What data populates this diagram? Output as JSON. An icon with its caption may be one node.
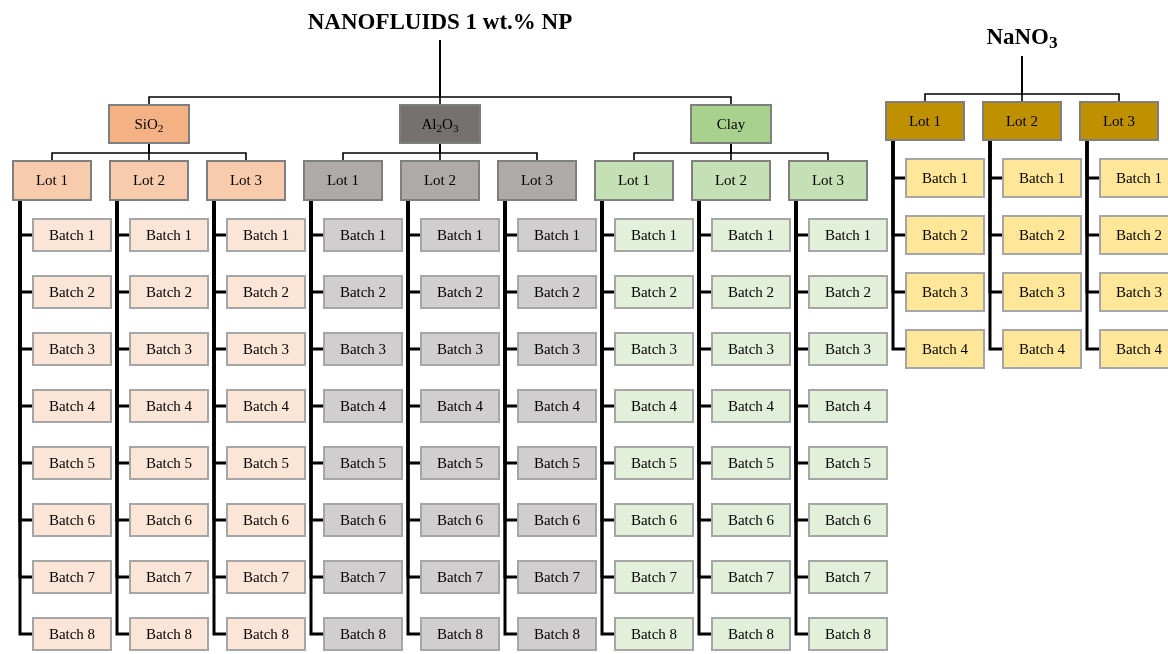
{
  "diagram": {
    "nodes": [
      {
        "text": [
          "NANOFLUIDS 1 wt.% NP"
        ]
      },
      {
        "text": [
          "SiO$_{2}$"
        ]
      },
      {
        "text": [
          "Lot 1"
        ]
      },
      {
        "text": [
          "Batch 1"
        ]
      },
      {
        "text": [
          "Batch 2"
        ]
      },
      {
        "text": [
          "Batch 3"
        ]
      },
      {
        "text": [
          "Batch 4"
        ]
      },
      {
        "text": [
          "Batch 5"
        ]
      },
      {
        "text": [
          "Batch 6"
        ]
      },
      {
        "text": [
          "Batch 7"
        ]
      },
      {
        "text": [
          "Batch 8"
        ]
      },
      {
        "text": [
          "Lot 2"
        ]
      },
      {
        "text": [
          "Batch 1"
        ]
      },
      {
        "text": [
          "Batch 2"
        ]
      },
      {
        "text": [
          "Batch 3"
        ]
      },
      {
        "text": [
          "Batch 4"
        ]
      },
      {
        "text": [
          "Batch 5"
        ]
      },
      {
        "text": [
          "Batch 6"
        ]
      },
      {
        "text": [
          "Batch 7"
        ]
      },
      {
        "text": [
          "Batch 8"
        ]
      },
      {
        "text": [
          "Lot 3"
        ]
      },
      {
        "text": [
          "Batch 1"
        ]
      },
      {
        "text": [
          "Batch 2"
        ]
      },
      {
        "text": [
          "Batch 3"
        ]
      },
      {
        "text": [
          "Batch 4"
        ]
      },
      {
        "text": [
          "Batch 5"
        ]
      },
      {
        "text": [
          "Batch 6"
        ]
      },
      {
        "text": [
          "Batch 7"
        ]
      },
      {
        "text": [
          "Batch 8"
        ]
      },
      {
        "text": [
          "Al$_{2}$O$_{3}$"
        ]
      },
      {
        "text": [
          "Lot 1"
        ]
      },
      {
        "text": [
          "Batch 1"
        ]
      },
      {
        "text": [
          "Batch 2"
        ]
      },
      {
        "text": [
          "Batch 3"
        ]
      },
      {
        "text": [
          "Batch 4"
        ]
      },
      {
        "text": [
          "Batch 5"
        ]
      },
      {
        "text": [
          "Batch 6"
        ]
      },
      {
        "text": [
          "Batch 7"
        ]
      },
      {
        "text": [
          "Batch 8"
        ]
      },
      {
        "text": [
          "Lot 2"
        ]
      },
      {
        "text": [
          "Batch 1"
        ]
      },
      {
        "text": [
          "Batch 2"
        ]
      },
      {
        "text": [
          "Batch 3"
        ]
      },
      {
        "text": [
          "Batch 4"
        ]
      },
      {
        "text": [
          "Batch 5"
        ]
      },
      {
        "text": [
          "Batch 6"
        ]
      },
      {
        "text": [
          "Batch 7"
        ]
      },
      {
        "text": [
          "Batch 8"
        ]
      },
      {
        "text": [
          "Lot 3"
        ]
      },
      {
        "text": [
          "Batch 1"
        ]
      },
      {
        "text": [
          "Batch 2"
        ]
      },
      {
        "text": [
          "Batch 3"
        ]
      },
      {
        "text": [
          "Batch 4"
        ]
      },
      {
        "text": [
          "Batch 5"
        ]
      },
      {
        "text": [
          "Batch 6"
        ]
      },
      {
        "text": [
          "Batch 7"
        ]
      },
      {
        "text": [
          "Batch 8"
        ]
      },
      {
        "text": [
          "Clay"
        ]
      },
      {
        "text": [
          "Lot 1"
        ]
      },
      {
        "text": [
          "Batch 1"
        ]
      },
      {
        "text": [
          "Batch 2"
        ]
      },
      {
        "text": [
          "Batch 3"
        ]
      },
      {
        "text": [
          "Batch 4"
        ]
      },
      {
        "text": [
          "Batch 5"
        ]
      },
      {
        "text": [
          "Batch 6"
        ]
      },
      {
        "text": [
          "Batch 7"
        ]
      },
      {
        "text": [
          "Batch 8"
        ]
      },
      {
        "text": [
          "Lot 2"
        ]
      },
      {
        "text": [
          "Batch 1"
        ]
      },
      {
        "text": [
          "Batch 2"
        ]
      },
      {
        "text": [
          "Batch 3"
        ]
      },
      {
        "text": [
          "Batch 4"
        ]
      },
      {
        "text": [
          "Batch 5"
        ]
      },
      {
        "text": [
          "Batch 6"
        ]
      },
      {
        "text": [
          "Batch 7"
        ]
      },
      {
        "text": [
          "Batch 8"
        ]
      },
      {
        "text": [
          "Lot 3"
        ]
      },
      {
        "text": [
          "Batch 1"
        ]
      },
      {
        "text": [
          "Batch 2"
        ]
      },
      {
        "text": [
          "Batch 3"
        ]
      },
      {
        "text": [
          "Batch 4"
        ]
      },
      {
        "text": [
          "Batch 5"
        ]
      },
      {
        "text": [
          "Batch 6"
        ]
      },
      {
        "text": [
          "Batch 7"
        ]
      },
      {
        "text": [
          "Batch 8"
        ]
      },
      {
        "text": [
          "NaNO$_{3}$"
        ]
      },
      {
        "text": [
          "Lot 1"
        ]
      },
      {
        "text": [
          "Batch 1"
        ]
      },
      {
        "text": [
          "Batch 2"
        ]
      },
      {
        "text": [
          "Batch 3"
        ]
      },
      {
        "text": [
          "Batch 4"
        ]
      },
      {
        "text": [
          "Lot 2"
        ]
      },
      {
        "text": [
          "Batch 1"
        ]
      },
      {
        "text": [
          "Batch 2"
        ]
      },
      {
        "text": [
          "Batch 3"
        ]
      },
      {
        "text": [
          "Batch 4"
        ]
      },
      {
        "text": [
          "Lot 3"
        ]
      },
      {
        "text": [
          "Batch 1"
        ]
      },
      {
        "text": [
          "Batch 2"
        ]
      },
      {
        "text": [
          "Batch 3"
        ]
      },
      {
        "text": [
          "Batch 4"
        ]
      }
    ],
    "edges": [
      {
        "from": 0,
        "to": 1,
        "arrow": "none"
      },
      {
        "from": 1,
        "to": 2,
        "arrow": "none"
      },
      {
        "from": 2,
        "to": 3,
        "arrow": "none"
      },
      {
        "from": 2,
        "to": 4,
        "arrow": "none"
      },
      {
        "from": 2,
        "to": 5,
        "arrow": "none"
      },
      {
        "from": 2,
        "to": 6,
        "arrow": "none"
      },
      {
        "from": 2,
        "to": 7,
        "arrow": "none"
      },
      {
        "from": 2,
        "to": 8,
        "arrow": "none"
      },
      {
        "from": 2,
        "to": 9,
        "arrow": "none"
      },
      {
        "from": 2,
        "to": 10,
        "arrow": "none"
      },
      {
        "from": 1,
        "to": 11,
        "arrow": "none"
      },
      {
        "from": 11,
        "to": 12,
        "arrow": "none"
      },
      {
        "from": 11,
        "to": 13,
        "arrow": "none"
      },
      {
        "from": 11,
        "to": 14,
        "arrow": "none"
      },
      {
        "from": 11,
        "to": 15,
        "arrow": "none"
      },
      {
        "from": 11,
        "to": 16,
        "arrow": "none"
      },
      {
        "from": 11,
        "to": 17,
        "arrow": "none"
      },
      {
        "from": 11,
        "to": 18,
        "arrow": "none"
      },
      {
        "from": 11,
        "to": 19,
        "arrow": "none"
      },
      {
        "from": 1,
        "to": 20,
        "arrow": "none"
      },
      {
        "from": 20,
        "to": 21,
        "arrow": "none"
      },
      {
        "from": 20,
        "to": 22,
        "arrow": "none"
      },
      {
        "from": 20,
        "to": 23,
        "arrow": "none"
      },
      {
        "from": 20,
        "to": 24,
        "arrow": "none"
      },
      {
        "from": 20,
        "to": 25,
        "arrow": "none"
      },
      {
        "from": 20,
        "to": 26,
        "arrow": "none"
      },
      {
        "from": 20,
        "to": 27,
        "arrow": "none"
      },
      {
        "from": 20,
        "to": 28,
        "arrow": "none"
      },
      {
        "from": 0,
        "to": 29,
        "arrow": "none"
      },
      {
        "from": 29,
        "to": 30,
        "arrow": "none"
      },
      {
        "from": 30,
        "to": 31,
        "arrow": "none"
      },
      {
        "from": 30,
        "to": 32,
        "arrow": "none"
      },
      {
        "from": 30,
        "to": 33,
        "arrow": "none"
      },
      {
        "from": 30,
        "to": 34,
        "arrow": "none"
      },
      {
        "from": 30,
        "to": 35,
        "arrow": "none"
      },
      {
        "from": 30,
        "to": 36,
        "arrow": "none"
      },
      {
        "from": 30,
        "to": 37,
        "arrow": "none"
      },
      {
        "from": 30,
        "to": 38,
        "arrow": "none"
      },
      {
        "from": 29,
        "to": 39,
        "arrow": "none"
      },
      {
        "from": 39,
        "to": 40,
        "arrow": "none"
      },
      {
        "from": 39,
        "to": 41,
        "arrow": "none"
      },
      {
        "from": 39,
        "to": 42,
        "arrow": "none"
      },
      {
        "from": 39,
        "to": 43,
        "arrow": "none"
      },
      {
        "from": 39,
        "to": 44,
        "arrow": "none"
      },
      {
        "from": 39,
        "to": 45,
        "arrow": "none"
      },
      {
        "from": 39,
        "to": 46,
        "arrow": "none"
      },
      {
        "from": 39,
        "to": 47,
        "arrow": "none"
      },
      {
        "from": 29,
        "to": 48,
        "arrow": "none"
      },
      {
        "from": 48,
        "to": 49,
        "arrow": "none"
      },
      {
        "from": 48,
        "to": 50,
        "arrow": "none"
      },
      {
        "from": 48,
        "to": 51,
        "arrow": "none"
      },
      {
        "from": 48,
        "to": 52,
        "arrow": "none"
      },
      {
        "from": 48,
        "to": 53,
        "arrow": "none"
      },
      {
        "from": 48,
        "to": 54,
        "arrow": "none"
      },
      {
        "from": 48,
        "to": 55,
        "arrow": "none"
      },
      {
        "from": 48,
        "to": 56,
        "arrow": "none"
      },
      {
        "from": 0,
        "to": 57,
        "arrow": "none"
      },
      {
        "from": 57,
        "to": 58,
        "arrow": "none"
      },
      {
        "from": 58,
        "to": 59,
        "arrow": "none"
      },
      {
        "from": 58,
        "to": 60,
        "arrow": "none"
      },
      {
        "from": 58,
        "to": 61,
        "arrow": "none"
      },
      {
        "from": 58,
        "to": 62,
        "arrow": "none"
      },
      {
        "from": 58,
        "to": 63,
        "arrow": "none"
      },
      {
        "from": 58,
        "to": 64,
        "arrow": "none"
      },
      {
        "from": 58,
        "to": 65,
        "arrow": "none"
      },
      {
        "from": 58,
        "to": 66,
        "arrow": "none"
      },
      {
        "from": 57,
        "to": 67,
        "arrow": "none"
      },
      {
        "from": 67,
        "to": 68,
        "arrow": "none"
      },
      {
        "from": 67,
        "to": 69,
        "arrow": "none"
      },
      {
        "from": 67,
        "to": 70,
        "arrow": "none"
      },
      {
        "from": 67,
        "to": 71,
        "arrow": "none"
      },
      {
        "from": 67,
        "to": 72,
        "arrow": "none"
      },
      {
        "from": 67,
        "to": 73,
        "arrow": "none"
      },
      {
        "from": 67,
        "to": 74,
        "arrow": "none"
      },
      {
        "from": 67,
        "to": 75,
        "arrow": "none"
      },
      {
        "from": 57,
        "to": 76,
        "arrow": "none"
      },
      {
        "from": 76,
        "to": 77,
        "arrow": "none"
      },
      {
        "from": 76,
        "to": 78,
        "arrow": "none"
      },
      {
        "from": 76,
        "to": 79,
        "arrow": "none"
      },
      {
        "from": 76,
        "to": 80,
        "arrow": "none"
      },
      {
        "from": 76,
        "to": 81,
        "arrow": "none"
      },
      {
        "from": 76,
        "to": 82,
        "arrow": "none"
      },
      {
        "from": 76,
        "to": 83,
        "arrow": "none"
      },
      {
        "from": 76,
        "to": 84,
        "arrow": "none"
      },
      {
        "from": 85,
        "to": 86,
        "arrow": "none"
      },
      {
        "from": 86,
        "to": 87,
        "arrow": "none"
      },
      {
        "from": 86,
        "to": 88,
        "arrow": "none"
      },
      {
        "from": 86,
        "to": 89,
        "arrow": "none"
      },
      {
        "from": 86,
        "to": 90,
        "arrow": "none"
      },
      {
        "from": 85,
        "to": 91,
        "arrow": "none"
      },
      {
        "from": 91,
        "to": 92,
        "arrow": "none"
      },
      {
        "from": 91,
        "to": 93,
        "arrow": "none"
      },
      {
        "from": 91,
        "to": 94,
        "arrow": "none"
      },
      {
        "from": 91,
        "to": 95,
        "arrow": "none"
      },
      {
        "from": 85,
        "to": 96,
        "arrow": "none"
      },
      {
        "from": 96,
        "to": 97,
        "arrow": "none"
      },
      {
        "from": 96,
        "to": 98,
        "arrow": "none"
      },
      {
        "from": 96,
        "to": 99,
        "arrow": "none"
      },
      {
        "from": 96,
        "to": 100,
        "arrow": "none"
      }
    ]
  }
}
